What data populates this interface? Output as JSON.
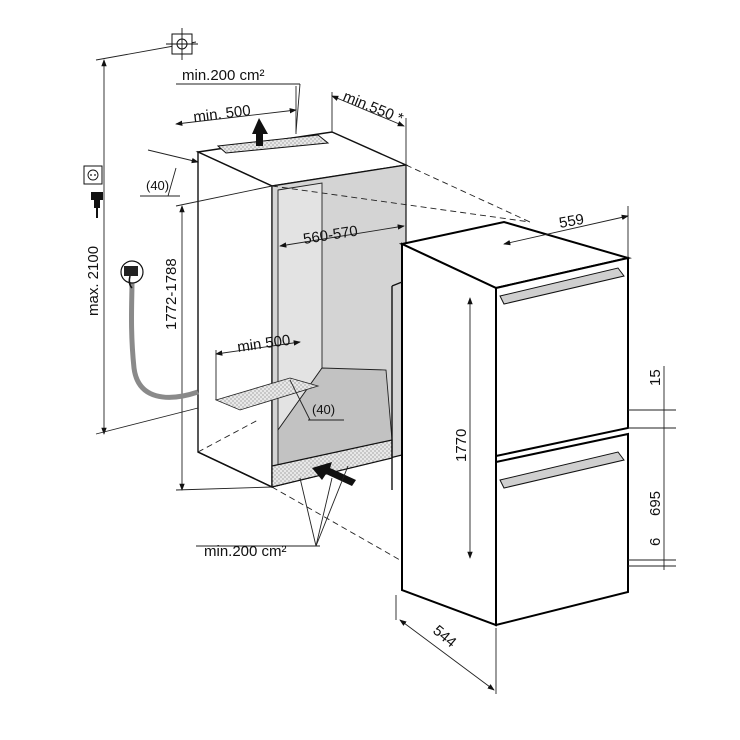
{
  "labels": {
    "vent_top": "min.200 cm²",
    "vent_bottom": "min.200 cm²",
    "depth_top": "min. 500",
    "depth_bottom": "min 500",
    "gap_top": "(40)",
    "gap_bottom": "(40)",
    "niche_depth": "min.550 *",
    "niche_width": "560-570",
    "niche_height": "1772-1788",
    "max_height": "max. 2100",
    "appliance_width": "559",
    "appliance_height": "1770",
    "appliance_depth": "544",
    "dim_15": "15",
    "dim_695": "695",
    "dim_6": "6"
  },
  "colors": {
    "line": "#111111",
    "niche_fill": "#d2d2d2",
    "hose": "#8a8a8a",
    "vent_fill": "#bdbdbd",
    "appliance_fill": "#ffffff"
  },
  "icons": {
    "top_symbol": "crosshair-box-icon",
    "socket": "power-socket-icon",
    "plug": "power-plug-icon",
    "water_tap": "water-tap-icon"
  }
}
